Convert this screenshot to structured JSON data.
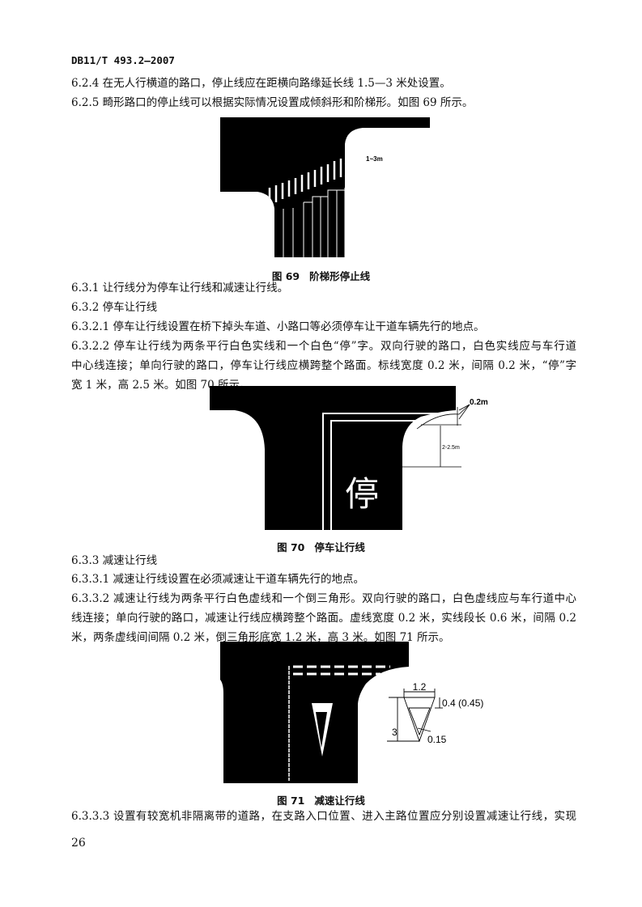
{
  "header": "DB11/T 493.2—2007",
  "paragraphs": {
    "p624": "6.2.4 在无人行横道的路口，停止线应在距横向路缘延长线 1.5—3 米处设置。",
    "p625": "6.2.5 畸形路口的停止线可以根据实际情况设置成倾斜形和阶梯形。如图 69 所示。",
    "p631": "6.3.1 让行线分为停车让行线和减速让行线。",
    "p632": "6.3.2 停车让行线",
    "p6321": "6.3.2.1 停车让行线设置在桥下掉头车道、小路口等必须停车让干道车辆先行的地点。",
    "p6322_l1": "6.3.2.2 停车让行线为两条平行白色实线和一个白色“停”字。双向行驶的路口，白色实线应与车行道",
    "p6322_l2": "中心线连接；单向行驶的路口，停车让行线应横跨整个路面。标线宽度 0.2 米，间隔 0.2 米，“停”字",
    "p6322_l3": "宽 1 米，高 2.5 米。如图 70 所示。",
    "p633": "6.3.3 减速让行线",
    "p6331": "6.3.3.1 减速让行线设置在必须减速让干道车辆先行的地点。",
    "p6332_l1": "6.3.3.2 减速让行线为两条平行白色虚线和一个倒三角形。双向行驶的路口，白色虚线应与车行道中心",
    "p6332_l2": "线连接；单向行驶的路口，减速让行线应横跨整个路面。虚线宽度 0.2 米，实线段长 0.6 米，间隔 0.2",
    "p6332_l3": "米，两条虚线间间隔 0.2 米，倒三角形底宽 1.2 米，高 3 米。如图 71 所示。",
    "p6333_l1": "6.3.3.3 设置有较宽机非隔离带的道路，在支路入口位置、进入主路位置应分别设置减速让行线，实现"
  },
  "figures": [
    {
      "number": "图 69",
      "title": "阶梯形停止线",
      "labels": {
        "distance": "1~3m"
      }
    },
    {
      "number": "图 70",
      "title": "停车让行线",
      "labels": {
        "line_width": "0.2m",
        "distance": "2-2.5m",
        "stop_char": "停"
      }
    },
    {
      "number": "图 71",
      "title": "减速让行线",
      "labels": {
        "base_width": "1.2",
        "top_band": "0.4 (0.45)",
        "height": "3",
        "stroke": "0.15"
      }
    }
  ],
  "page_number": "26"
}
